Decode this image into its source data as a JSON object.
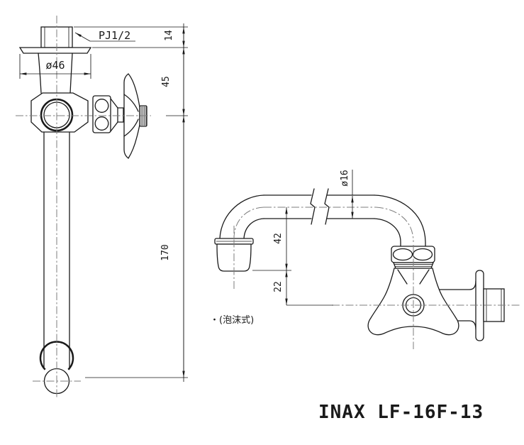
{
  "drawing": {
    "product_code": "INAX LF-16F-13",
    "labels": {
      "thread_size": "PJ1/2",
      "aerator_note": "・(泡沫式)"
    },
    "dimensions_front": {
      "thread_height": "14",
      "flange_diameter": "ø46",
      "flange_to_handle_center": "45",
      "handle_center_to_outlet": "170"
    },
    "dimensions_side": {
      "pipe_diameter": "ø16",
      "center_to_spout_end": "42",
      "spout_end_to_body_center": "22"
    },
    "colors": {
      "line": "#1a1a1a",
      "centerline": "#7d7d7d",
      "background": "#ffffff"
    }
  }
}
